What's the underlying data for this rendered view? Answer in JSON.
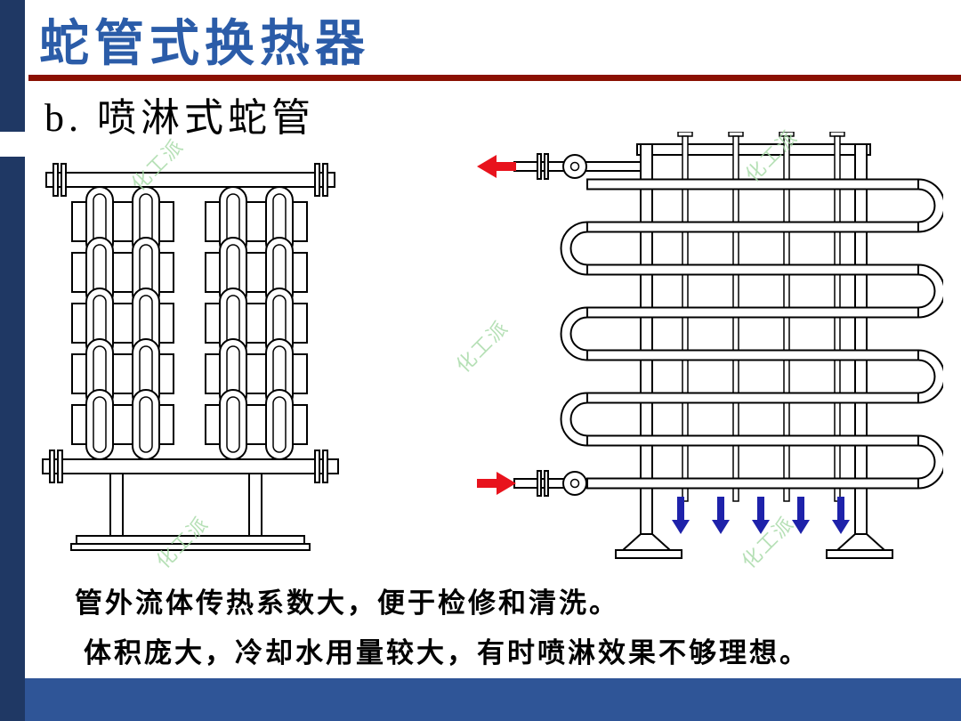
{
  "slide": {
    "title": "蛇管式换热器",
    "subtitle": "b. 喷淋式蛇管",
    "captions": {
      "line1": "管外流体传热系数大，便于检修和清洗。",
      "line2": "体积庞大，冷却水用量较大，有时喷淋效果不够理想。"
    }
  },
  "watermark": {
    "text": "化工派"
  },
  "icons": {
    "outlet_arrow": "left-arrow",
    "inlet_arrow": "right-arrow",
    "spray_arrows": "down-arrow"
  },
  "colors": {
    "title_blue": "#2b5ca8",
    "divider_maroon": "#8a1002",
    "border_navy": "#1f3864",
    "footer_blue": "#2f5597",
    "arrow_red": "#e8131d",
    "arrow_blue": "#1e22aa",
    "watermark_green": "#a5d9a5",
    "diagram_line": "#000000"
  }
}
